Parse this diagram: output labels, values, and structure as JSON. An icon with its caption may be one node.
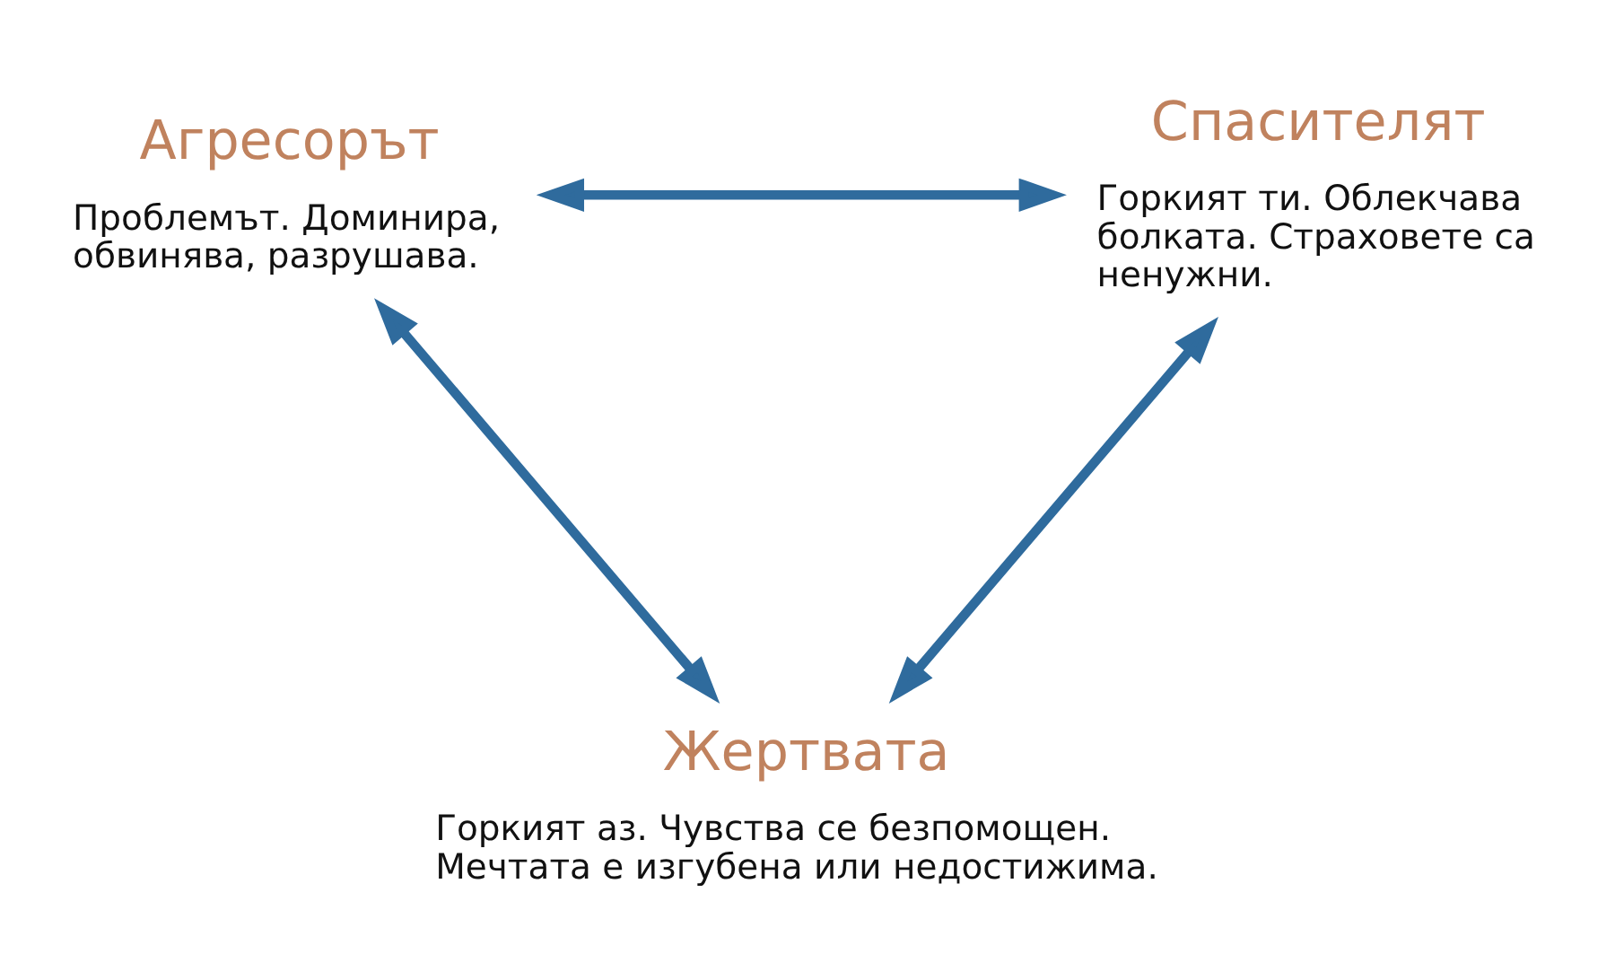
{
  "diagram": {
    "nodes": [
      {
        "text": [
          "Агресорът",
          "Проблемът. Доминира, обвинява, разрушава."
        ]
      },
      {
        "text": [
          "Спасителят",
          "Горкият ти. Облекчава болката. Страховете са ненужни."
        ]
      },
      {
        "text": [
          "Жертвата",
          "Горкият аз. Чувства се безпомощен. Мечтата е изгубена или недостижима."
        ]
      }
    ],
    "edges": [
      {
        "from": 0,
        "to": 1,
        "arrow": "both"
      },
      {
        "from": 0,
        "to": 2,
        "arrow": "both"
      },
      {
        "from": 1,
        "to": 2,
        "arrow": "both"
      }
    ]
  }
}
